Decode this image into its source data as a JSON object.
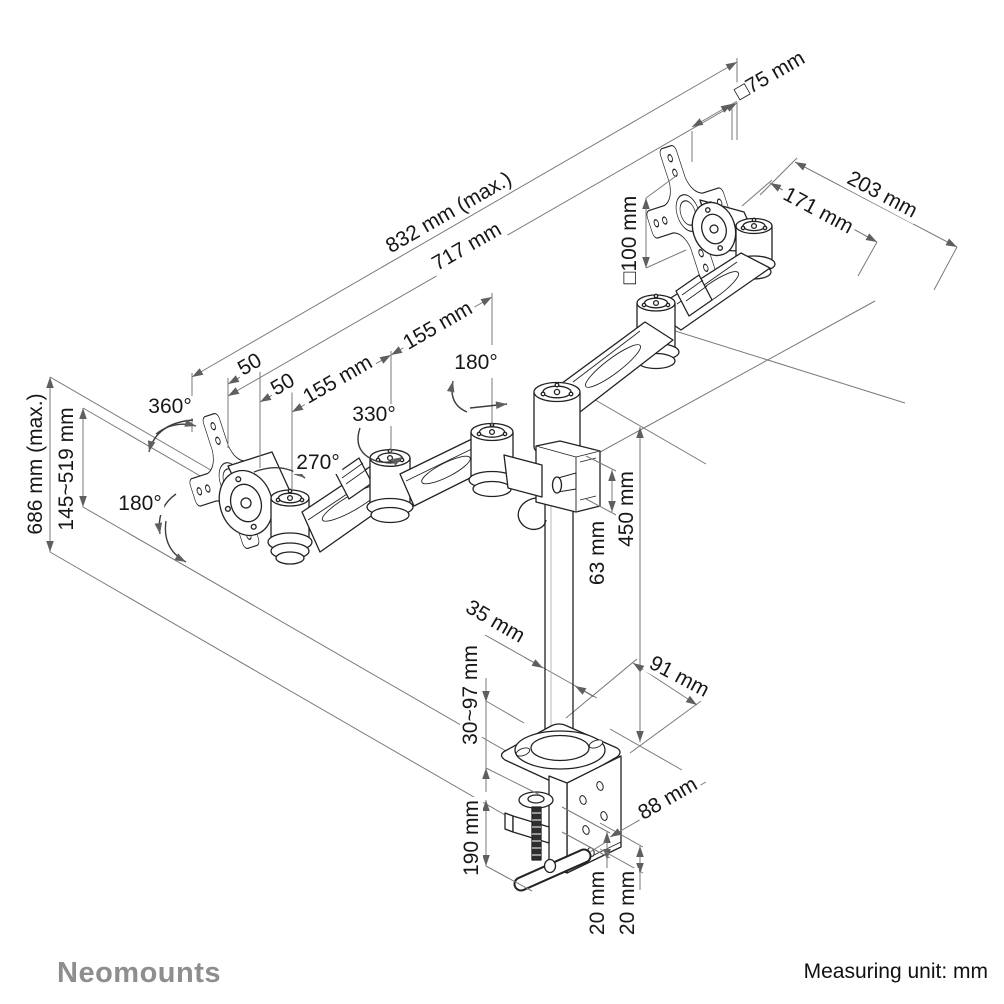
{
  "dimensions": {
    "vesa_pattern_small": "□75 mm",
    "vesa_pattern_large": "□100 mm",
    "max_reach": "832 mm (max.)",
    "arm_reach": "717 mm",
    "head_depth_outer": "203 mm",
    "head_depth_inner": "171 mm",
    "offset_50_a": "50",
    "offset_50_b": "50",
    "segment_155_a": "155 mm",
    "segment_155_b": "155 mm",
    "max_height": "686 mm (max.)",
    "height_range": "145~519 mm",
    "pole_height": "450 mm",
    "bracket_height": "63 mm",
    "pole_diameter": "35 mm",
    "base_depth": "91 mm",
    "clamp_range": "30~97 mm",
    "clamp_height": "190 mm",
    "clamp_thickness_a": "20 mm",
    "clamp_thickness_b": "20 mm",
    "clamp_width": "88 mm"
  },
  "rotation_angles": {
    "vesa_rotation": "360°",
    "vesa_tilt": "180°",
    "arm_swivel_270": "270°",
    "arm_swivel_330": "330°",
    "pole_swivel": "180°"
  },
  "footer": {
    "brand": "Neomounts",
    "measuring_unit": "Measuring unit: mm"
  }
}
